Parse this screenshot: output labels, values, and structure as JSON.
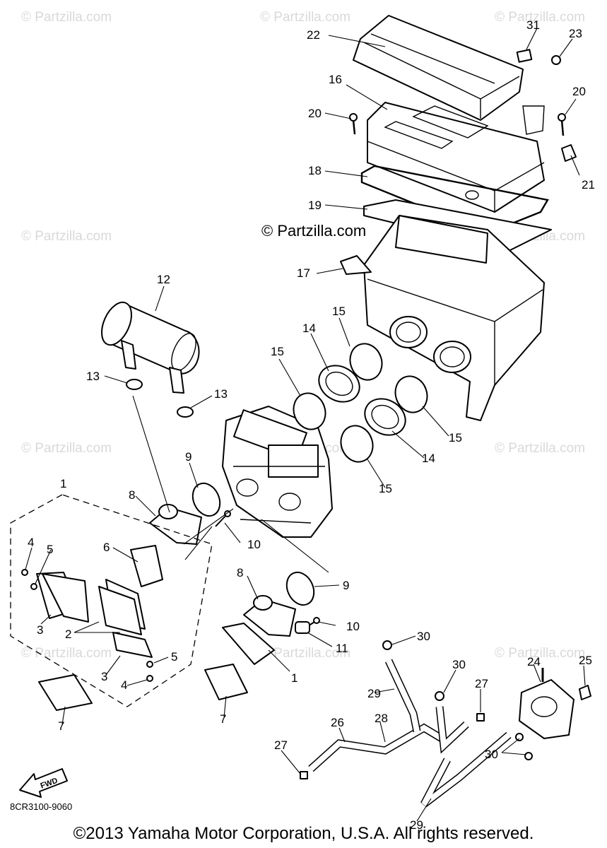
{
  "watermark": "© Partzilla.com",
  "center_watermark": "© Partzilla.com",
  "diagram_code": "8CR3100-9060",
  "copyright": "©2013 Yamaha Motor Corporation, U.S.A. All rights reserved.",
  "fwd_label": "FWD",
  "callouts": [
    "1",
    "2",
    "3",
    "4",
    "5",
    "6",
    "7",
    "8",
    "9",
    "10",
    "11",
    "12",
    "13",
    "14",
    "15",
    "16",
    "17",
    "18",
    "19",
    "20",
    "21",
    "22",
    "23",
    "24",
    "25",
    "26",
    "27",
    "28",
    "29",
    "30",
    "31"
  ]
}
